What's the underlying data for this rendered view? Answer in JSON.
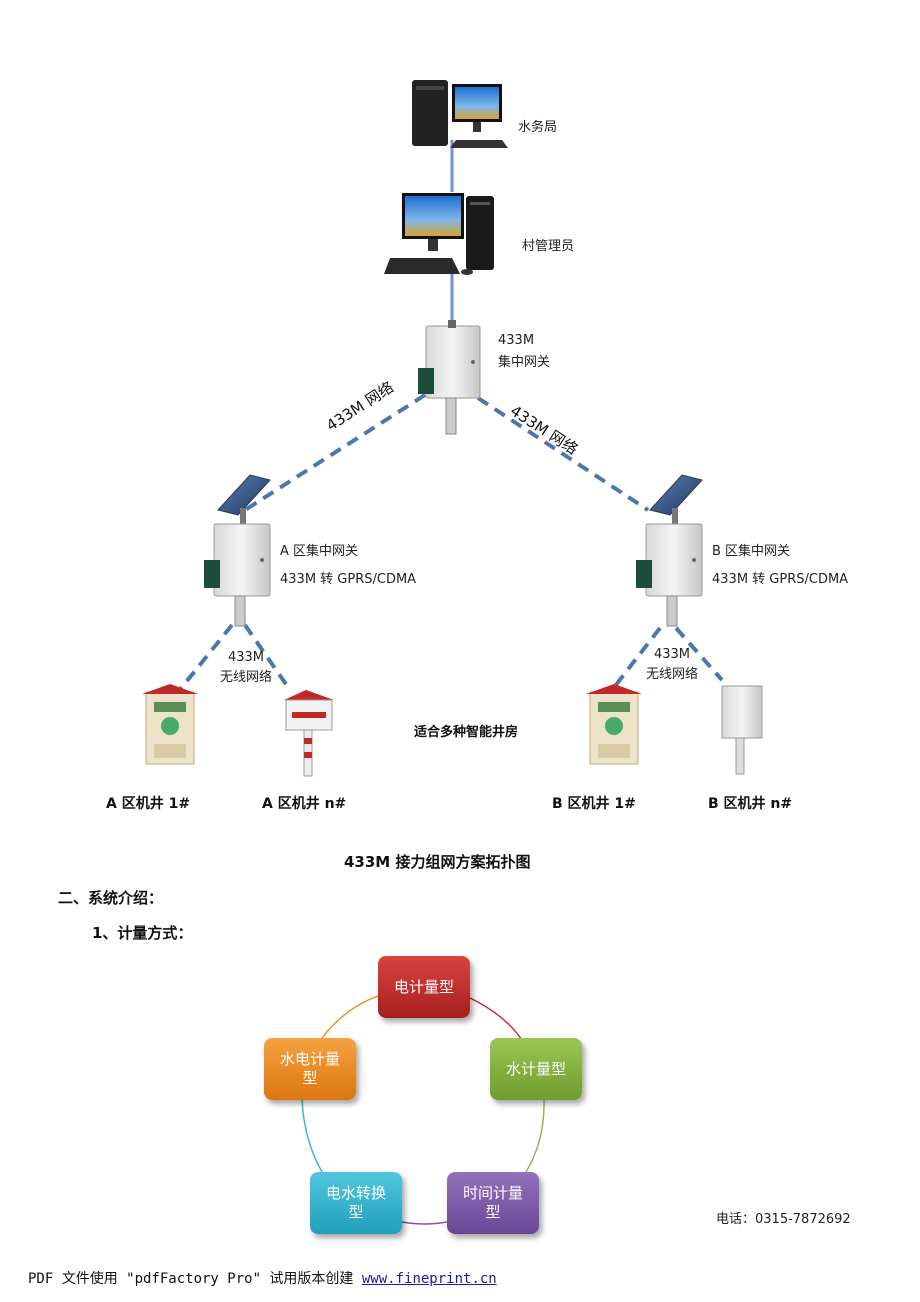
{
  "topology": {
    "water_bureau": "水务局",
    "village_admin": "村管理员",
    "central_gateway_line1": "433M",
    "central_gateway_line2": "集中网关",
    "link_left": "433M 网络",
    "link_right": "433M 网络",
    "zone_a_line1": "A 区集中网关",
    "zone_a_line2": "433M 转 GPRS/CDMA",
    "zone_b_line1": "B 区集中网关",
    "zone_b_line2": "433M 转 GPRS/CDMA",
    "wireless_a_line1": "433M",
    "wireless_a_line2": "无线网络",
    "wireless_b_line1": "433M",
    "wireless_b_line2": "无线网络",
    "smart_well_note": "适合多种智能井房",
    "well_a1": "A 区机井 1#",
    "well_an": "A 区机井 n#",
    "well_b1": "B 区机井 1#",
    "well_bn": "B 区机井 n#",
    "caption": "433M 接力组网方案拓扑图"
  },
  "sections": {
    "system_intro": "二、系统介绍：",
    "metering_method": "1、计量方式："
  },
  "cycle": {
    "nodes": [
      {
        "label": "电计量型",
        "color": "#c0282a"
      },
      {
        "label": "水计量型",
        "color": "#7fb03a"
      },
      {
        "label": "时间计量型",
        "color": "#7f5aa8"
      },
      {
        "label": "电水转换型",
        "color": "#2fb3cf"
      },
      {
        "label": "水电计量型",
        "color": "#f08a1c"
      }
    ]
  },
  "contact": "电话：0315-7872692",
  "footer": {
    "text": "PDF 文件使用 \"pdfFactory Pro\" 试用版本创建",
    "link": "www.fineprint.cn"
  }
}
